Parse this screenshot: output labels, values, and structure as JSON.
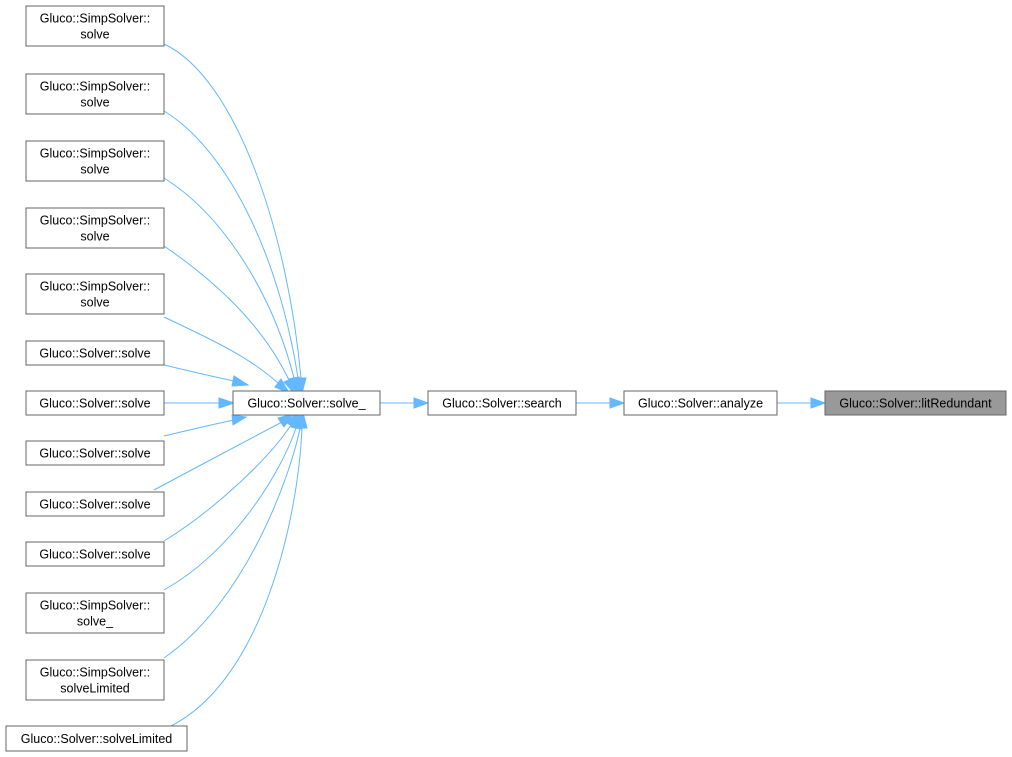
{
  "diagram": {
    "nodes": [
      {
        "id": "simp_solve_1",
        "lines": [
          "Gluco::SimpSolver::",
          "solve"
        ]
      },
      {
        "id": "simp_solve_2",
        "lines": [
          "Gluco::SimpSolver::",
          "solve"
        ]
      },
      {
        "id": "simp_solve_3",
        "lines": [
          "Gluco::SimpSolver::",
          "solve"
        ]
      },
      {
        "id": "simp_solve_4",
        "lines": [
          "Gluco::SimpSolver::",
          "solve"
        ]
      },
      {
        "id": "simp_solve_5",
        "lines": [
          "Gluco::SimpSolver::",
          "solve"
        ]
      },
      {
        "id": "solver_solve_1",
        "lines": [
          "Gluco::Solver::solve"
        ]
      },
      {
        "id": "solver_solve_2",
        "lines": [
          "Gluco::Solver::solve"
        ]
      },
      {
        "id": "solver_solve_3",
        "lines": [
          "Gluco::Solver::solve"
        ]
      },
      {
        "id": "solver_solve_4",
        "lines": [
          "Gluco::Solver::solve"
        ]
      },
      {
        "id": "solver_solve_5",
        "lines": [
          "Gluco::Solver::solve"
        ]
      },
      {
        "id": "simp_solve_",
        "lines": [
          "Gluco::SimpSolver::",
          "solve_"
        ]
      },
      {
        "id": "simp_solveLimited",
        "lines": [
          "Gluco::SimpSolver::",
          "solveLimited"
        ]
      },
      {
        "id": "solver_solveLimited",
        "lines": [
          "Gluco::Solver::solveLimited"
        ]
      },
      {
        "id": "solver_solve_",
        "lines": [
          "Gluco::Solver::solve_"
        ]
      },
      {
        "id": "solver_search",
        "lines": [
          "Gluco::Solver::search"
        ]
      },
      {
        "id": "solver_analyze",
        "lines": [
          "Gluco::Solver::analyze"
        ]
      },
      {
        "id": "solver_litRedundant",
        "lines": [
          "Gluco::Solver::litRedundant"
        ],
        "current": true
      }
    ],
    "edges": [
      {
        "from": "simp_solve_1",
        "to": "solver_solve_"
      },
      {
        "from": "simp_solve_2",
        "to": "solver_solve_"
      },
      {
        "from": "simp_solve_3",
        "to": "solver_solve_"
      },
      {
        "from": "simp_solve_4",
        "to": "solver_solve_"
      },
      {
        "from": "simp_solve_5",
        "to": "solver_solve_"
      },
      {
        "from": "solver_solve_1",
        "to": "solver_solve_"
      },
      {
        "from": "solver_solve_2",
        "to": "solver_solve_"
      },
      {
        "from": "solver_solve_3",
        "to": "solver_solve_"
      },
      {
        "from": "solver_solve_4",
        "to": "solver_solve_"
      },
      {
        "from": "solver_solve_5",
        "to": "solver_solve_"
      },
      {
        "from": "simp_solve_",
        "to": "solver_solve_"
      },
      {
        "from": "simp_solveLimited",
        "to": "solver_solve_"
      },
      {
        "from": "solver_solveLimited",
        "to": "solver_solve_"
      },
      {
        "from": "solver_solve_",
        "to": "solver_search"
      },
      {
        "from": "solver_search",
        "to": "solver_analyze"
      },
      {
        "from": "solver_analyze",
        "to": "solver_litRedundant"
      }
    ],
    "colors": {
      "edge": "#63b8ff",
      "node_border": "#666666",
      "node_fill": "#ffffff",
      "current_fill": "#999999"
    }
  }
}
